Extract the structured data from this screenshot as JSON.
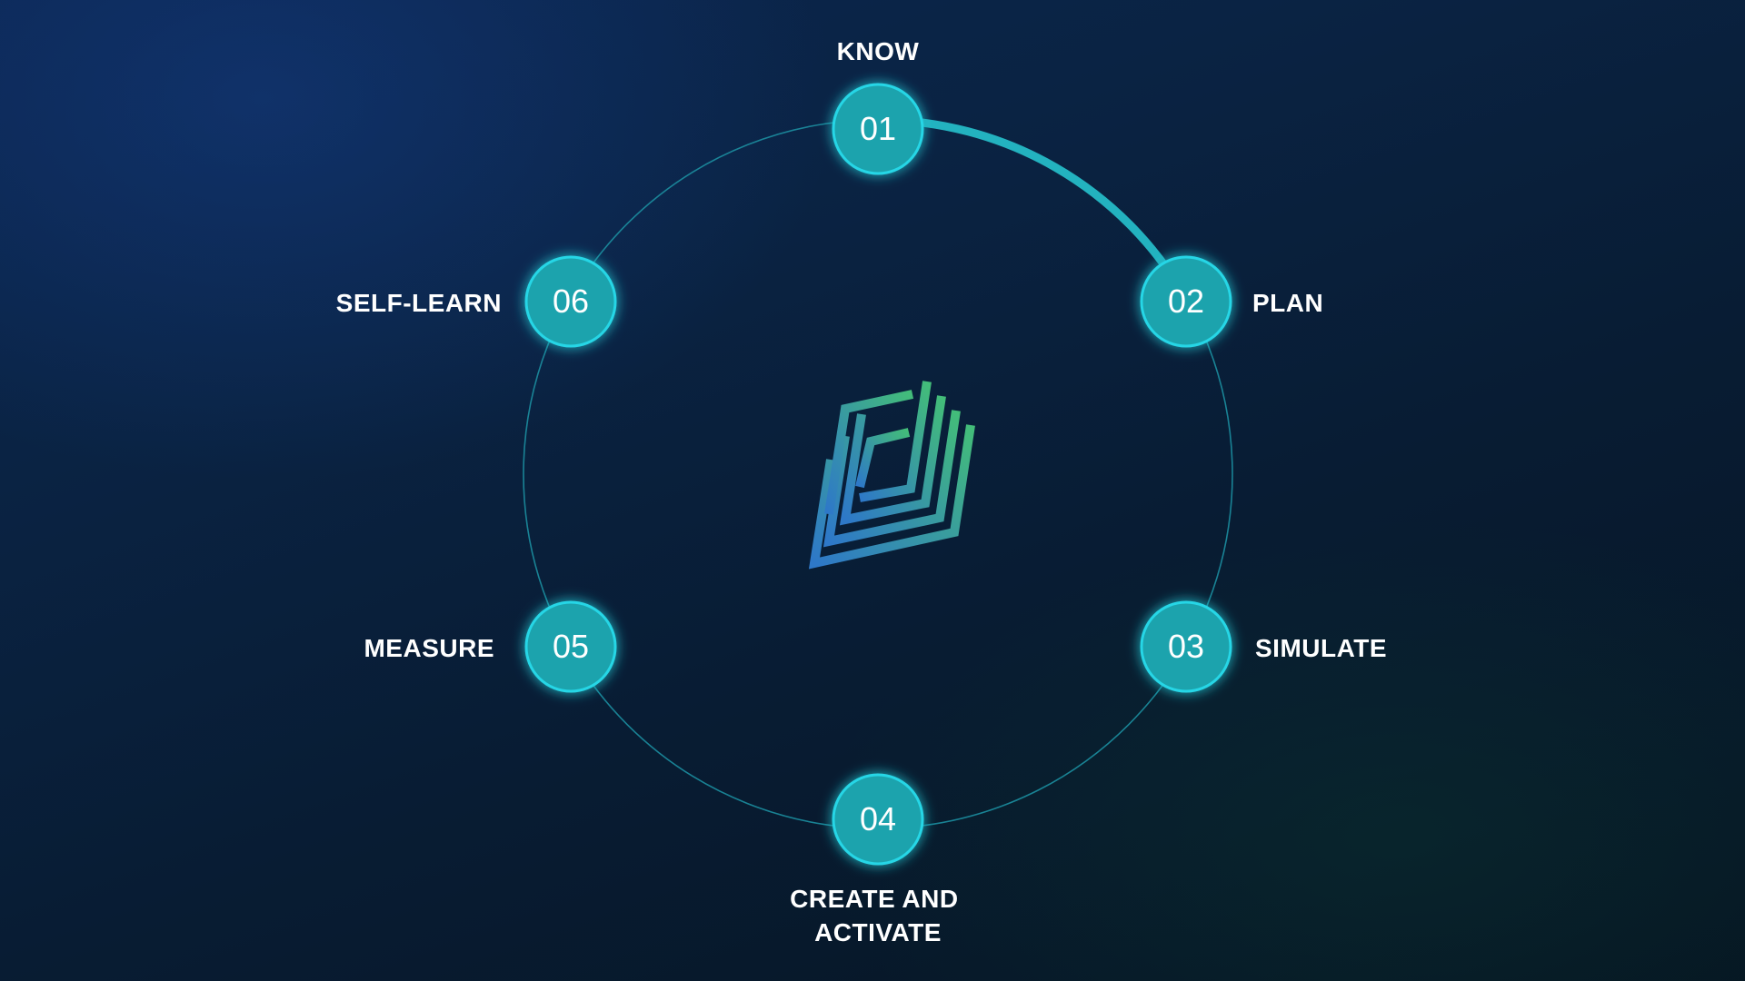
{
  "colors": {
    "ring": "#1c8ea0",
    "progress_arc": "#23b2bf",
    "node_fill": "#1aa3ad",
    "node_stroke": "#27d6e6",
    "logo_blue": "#2e78c8",
    "logo_green": "#43bd79"
  },
  "steps": [
    {
      "number": "01",
      "label": "KNOW"
    },
    {
      "number": "02",
      "label": "PLAN"
    },
    {
      "number": "03",
      "label": "SIMULATE"
    },
    {
      "number": "04",
      "label_lines": [
        "CREATE AND",
        "ACTIVATE"
      ]
    },
    {
      "number": "05",
      "label": "MEASURE"
    },
    {
      "number": "06",
      "label": "SELF-LEARN"
    }
  ],
  "center_logo": {
    "icon": "stacked-chevron-logo-icon"
  }
}
